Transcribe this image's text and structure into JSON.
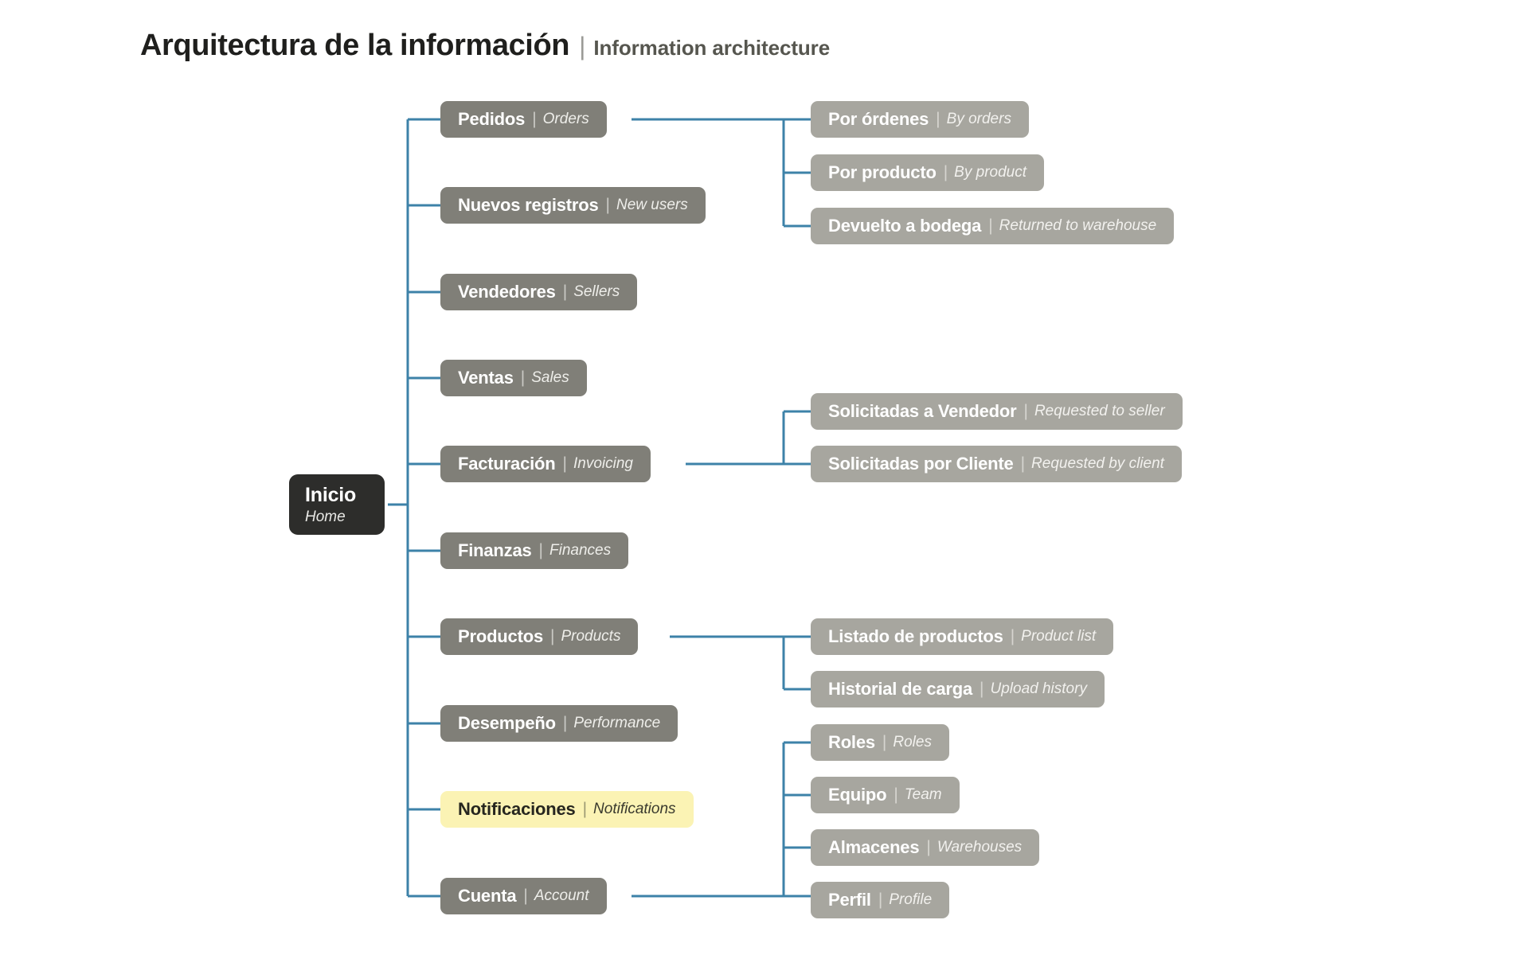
{
  "header": {
    "title_es": "Arquitectura de la información",
    "separator": "|",
    "title_en": "Information architecture"
  },
  "style": {
    "root_color": "#2d2d2b",
    "level1_color": "#807f78",
    "level2_color": "#a7a69f",
    "highlight_color": "#fbf3b4",
    "connector_color": "#3d82a8",
    "background": "#ffffff"
  },
  "separator": "|",
  "root": {
    "es": "Inicio",
    "en": "Home"
  },
  "nodes": {
    "pedidos": {
      "es": "Pedidos",
      "en": "Orders"
    },
    "nuevos": {
      "es": "Nuevos registros",
      "en": "New users"
    },
    "vendedores": {
      "es": "Vendedores",
      "en": "Sellers"
    },
    "ventas": {
      "es": "Ventas",
      "en": "Sales"
    },
    "facturacion": {
      "es": "Facturación",
      "en": "Invoicing"
    },
    "finanzas": {
      "es": "Finanzas",
      "en": "Finances"
    },
    "productos": {
      "es": "Productos",
      "en": "Products"
    },
    "desempeno": {
      "es": "Desempeño",
      "en": "Performance"
    },
    "notificaciones": {
      "es": "Notificaciones",
      "en": "Notifications"
    },
    "cuenta": {
      "es": "Cuenta",
      "en": "Account"
    },
    "por_ordenes": {
      "es": "Por órdenes",
      "en": "By orders"
    },
    "por_producto": {
      "es": "Por producto",
      "en": "By product"
    },
    "devuelto": {
      "es": "Devuelto a bodega",
      "en": "Returned to warehouse"
    },
    "sol_vendedor": {
      "es": "Solicitadas a Vendedor",
      "en": "Requested to seller"
    },
    "sol_cliente": {
      "es": "Solicitadas por Cliente",
      "en": "Requested by client"
    },
    "listado": {
      "es": "Listado de productos",
      "en": "Product list"
    },
    "historial": {
      "es": "Historial de carga",
      "en": "Upload history"
    },
    "roles": {
      "es": "Roles",
      "en": "Roles"
    },
    "equipo": {
      "es": "Equipo",
      "en": "Team"
    },
    "almacenes": {
      "es": "Almacenes",
      "en": "Warehouses"
    },
    "perfil": {
      "es": "Perfil",
      "en": "Profile"
    }
  }
}
